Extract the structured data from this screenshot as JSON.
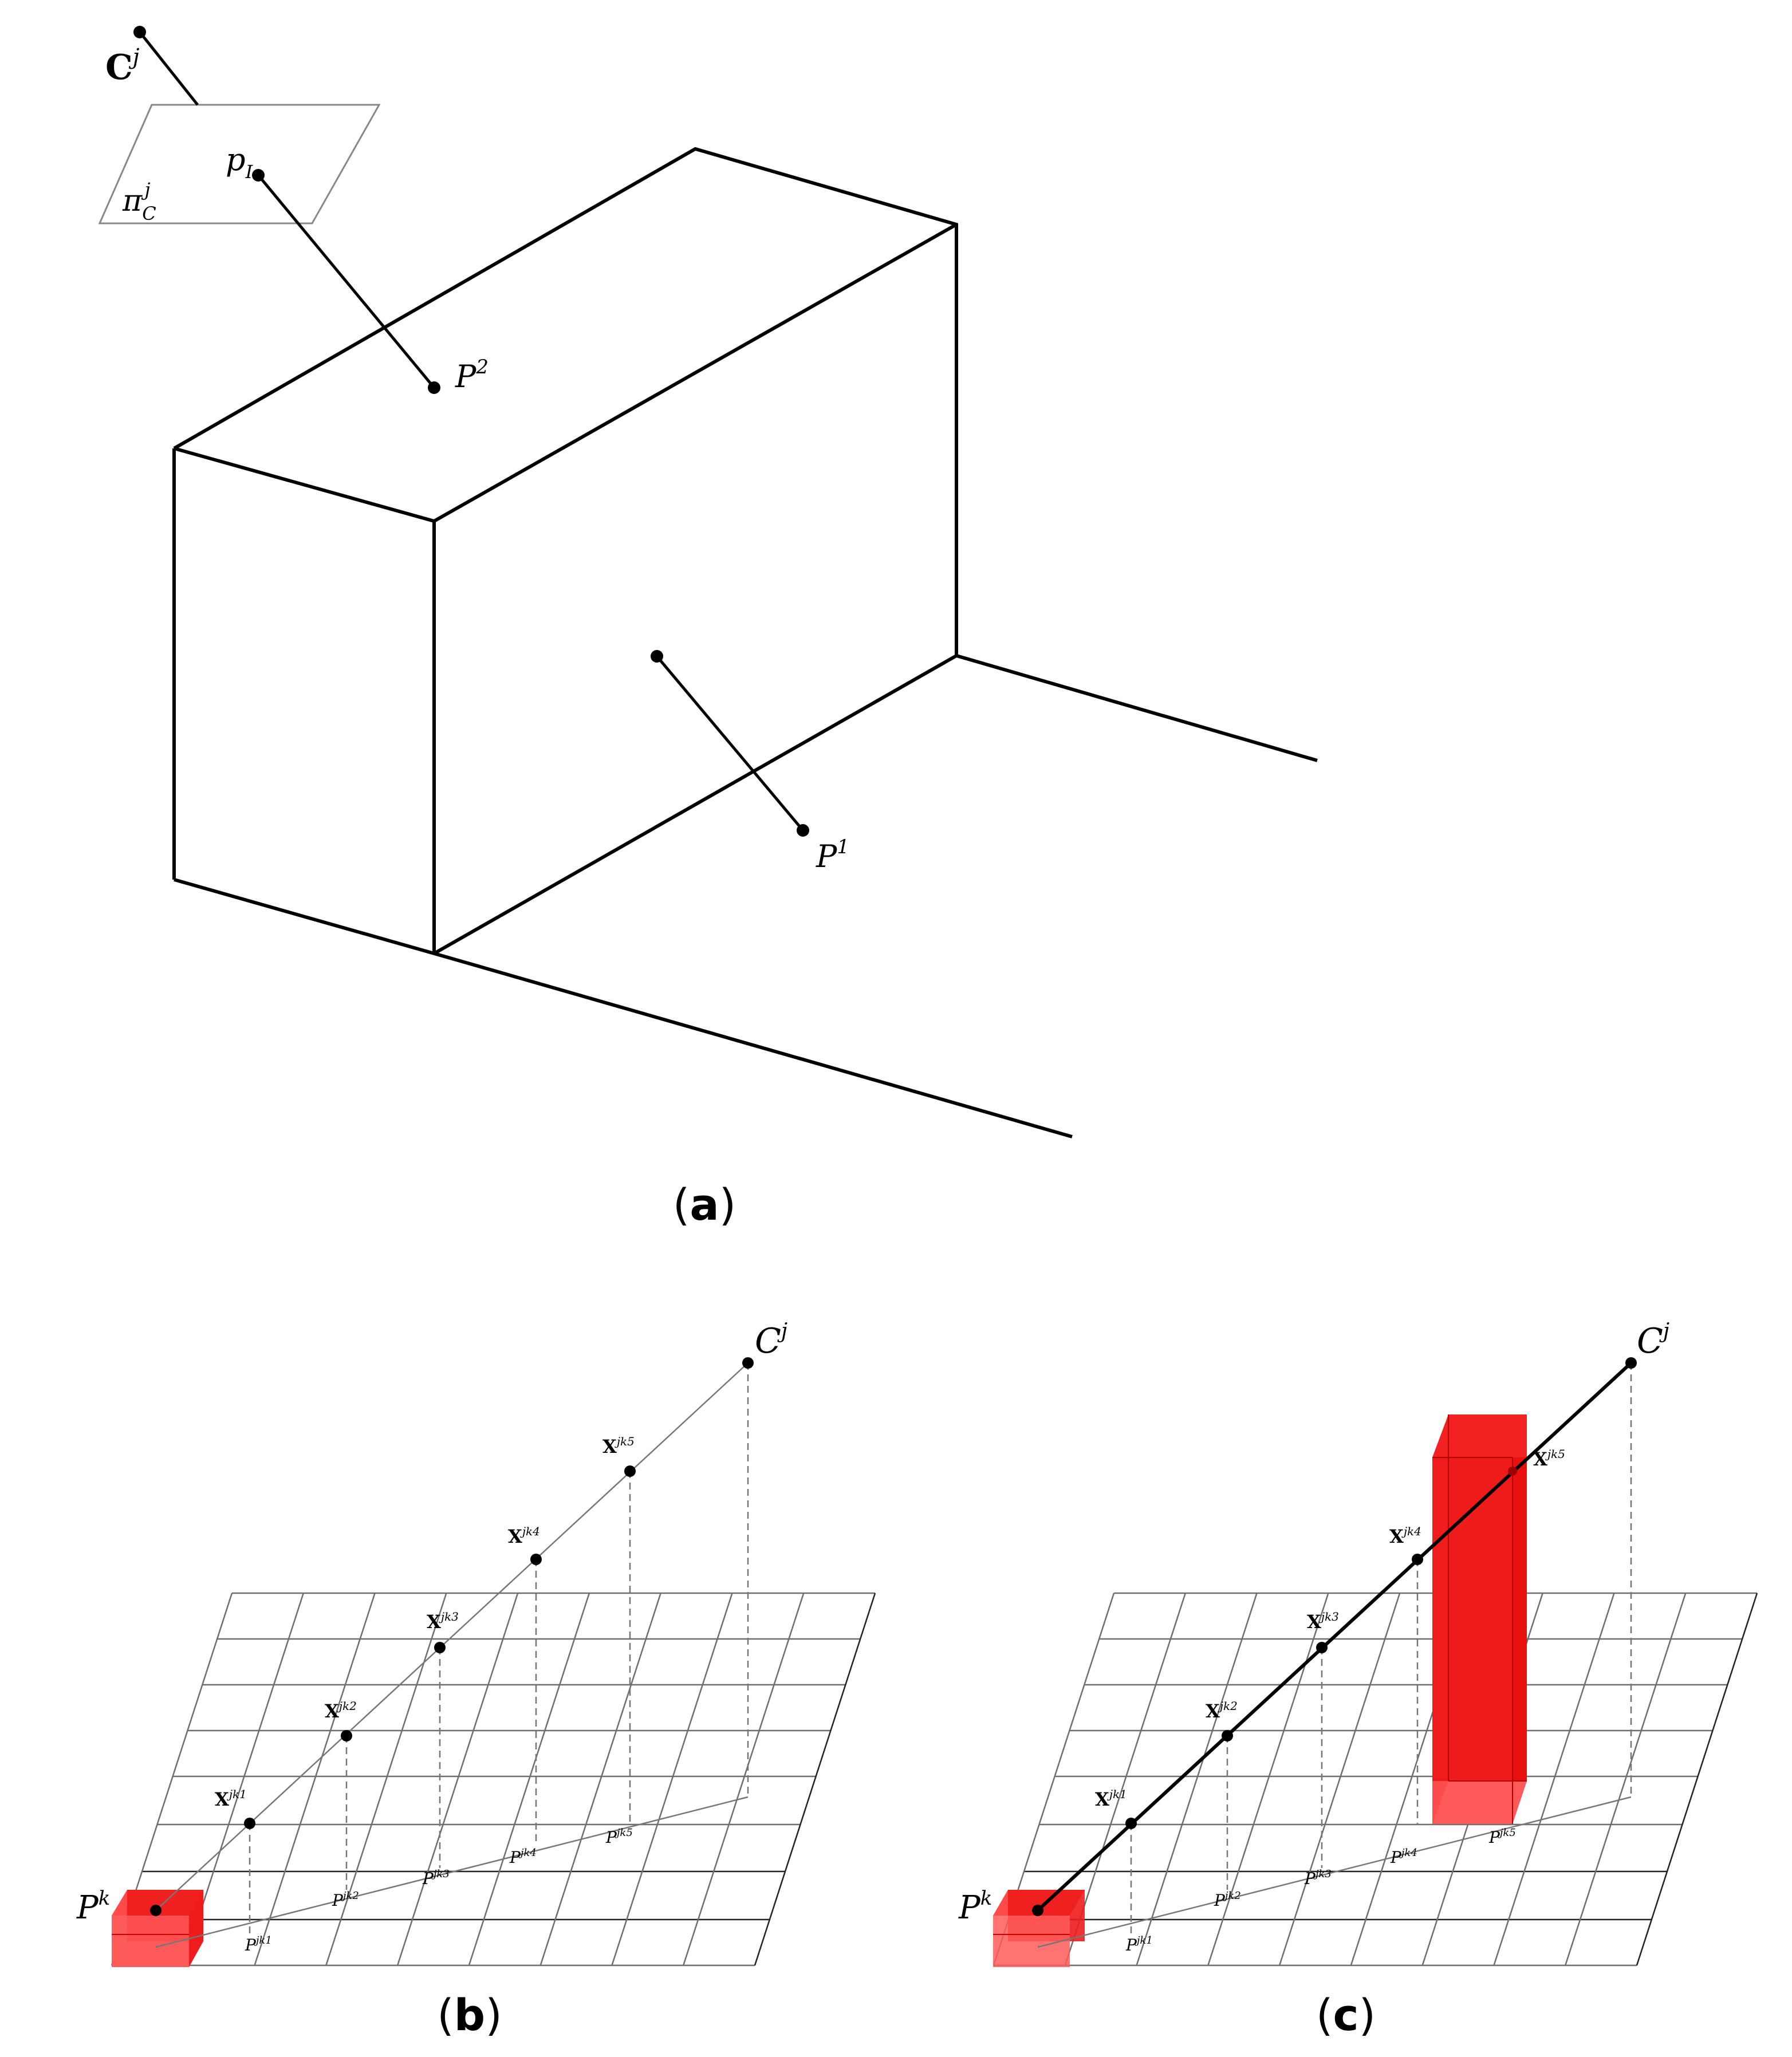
{
  "captions": {
    "a": "a",
    "b": "b",
    "c": "c"
  },
  "panel_a": {
    "camera": {
      "base": "C",
      "sup": "j"
    },
    "image_plane": {
      "base": "π",
      "sub": "C",
      "sup": "j"
    },
    "image_point": {
      "base": "p",
      "sub": "I"
    },
    "point_p2": {
      "base": "P",
      "sup": "2"
    },
    "point_p1": {
      "base": "P",
      "sup": "1"
    }
  },
  "panel_b": {
    "camera": {
      "base": "C",
      "sup": "j"
    },
    "voxel": {
      "base": "P",
      "sup": "k"
    },
    "samples": [
      {
        "base": "X",
        "sup": "jk1"
      },
      {
        "base": "X",
        "sup": "jk2"
      },
      {
        "base": "X",
        "sup": "jk3"
      },
      {
        "base": "X",
        "sup": "jk4"
      },
      {
        "base": "X",
        "sup": "jk5"
      }
    ],
    "ground": [
      {
        "base": "P",
        "sup": "jk1"
      },
      {
        "base": "P",
        "sup": "jk2"
      },
      {
        "base": "P",
        "sup": "jk3"
      },
      {
        "base": "P",
        "sup": "jk4"
      },
      {
        "base": "P",
        "sup": "jk5"
      }
    ]
  },
  "panel_c": {
    "camera": {
      "base": "C",
      "sup": "j"
    },
    "voxel": {
      "base": "P",
      "sup": "k"
    },
    "samples": [
      {
        "base": "X",
        "sup": "jk1"
      },
      {
        "base": "X",
        "sup": "jk2"
      },
      {
        "base": "X",
        "sup": "jk3"
      },
      {
        "base": "X",
        "sup": "jk4"
      },
      {
        "base": "X",
        "sup": "jk5"
      }
    ],
    "ground": [
      {
        "base": "P",
        "sup": "jk1"
      },
      {
        "base": "P",
        "sup": "jk2"
      },
      {
        "base": "P",
        "sup": "jk3"
      },
      {
        "base": "P",
        "sup": "jk4"
      },
      {
        "base": "P",
        "sup": "jk5"
      }
    ]
  },
  "colors": {
    "stroke": "#000000",
    "grid": "#6e6e6e",
    "voxel_fill": "#ee1c1c",
    "voxel_light": "#ff5a5a"
  }
}
